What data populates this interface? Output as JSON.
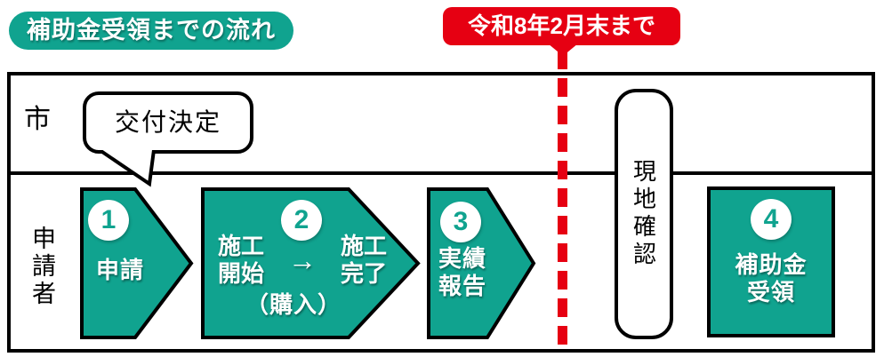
{
  "title_badge": {
    "label": "補助金受領までの流れ"
  },
  "deadline_badge": {
    "label": "令和8年2月末まで"
  },
  "diagram": {
    "city_label": "市",
    "applicant_label": "申請者",
    "grant_bubble": "交付決定",
    "site_check": "現地確認",
    "steps": {
      "s1": {
        "number": "1",
        "label": "申請"
      },
      "s2": {
        "number": "2",
        "start": "施工\n開始",
        "arrow": "→",
        "end": "施工\n完了",
        "note": "（購入）"
      },
      "s3": {
        "number": "3",
        "label": "実績\n報告"
      },
      "s4": {
        "number": "4",
        "label": "補助金\n受領"
      }
    }
  },
  "colors": {
    "teal": "#10A38F",
    "red": "#E60012",
    "border": "#000000"
  }
}
